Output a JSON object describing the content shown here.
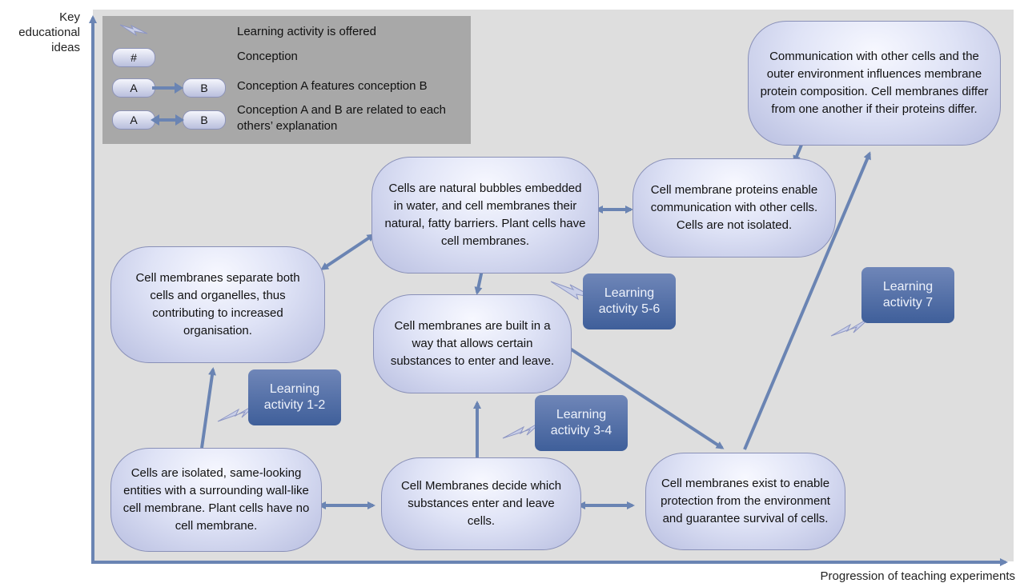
{
  "axes": {
    "y_label": "Key\neducational\nideas",
    "x_label": "Progression of teaching experiments"
  },
  "legend": {
    "activity_text": "Learning activity is offered",
    "conception_symbol": "#",
    "conception_text": "Conception",
    "feature_a": "A",
    "feature_b": "B",
    "feature_text": "Conception A features conception B",
    "related_a": "A",
    "related_b": "B",
    "related_text": "Conception A and B are related to each others’ explanation"
  },
  "nodes": {
    "isolated": "Cells are isolated, same-looking entities with a surrounding wall-like cell membrane. Plant cells have no cell membrane.",
    "separate": "Cell membranes separate both cells and organelles, thus contributing to increased organisation.",
    "bubbles": "Cells are natural bubbles embedded in water, and cell membranes their natural, fatty barriers. Plant cells have cell membranes.",
    "built": "Cell membranes are built in a way that allows certain substances to enter and leave.",
    "decide": "Cell Membranes decide which substances enter and leave cells.",
    "protection": "Cell membranes exist to enable protection from the environment and guarantee survival of cells.",
    "proteins": "Cell membrane proteins enable communication with other cells. Cells are not isolated.",
    "communication": "Communication with other cells and the outer environment influences membrane protein composition. Cell membranes differ from one another if their proteins differ."
  },
  "activities": {
    "a12": "Learning\nactivity 1-2",
    "a34": "Learning\nactivity 3-4",
    "a56": "Learning\nactivity 5-6",
    "a7": "Learning\nactivity 7"
  },
  "colors": {
    "arrow": "#6a84b3",
    "activity_box": "#4d68a3",
    "legend_bg": "#a8a8a8",
    "plot_bg": "#dedede"
  }
}
